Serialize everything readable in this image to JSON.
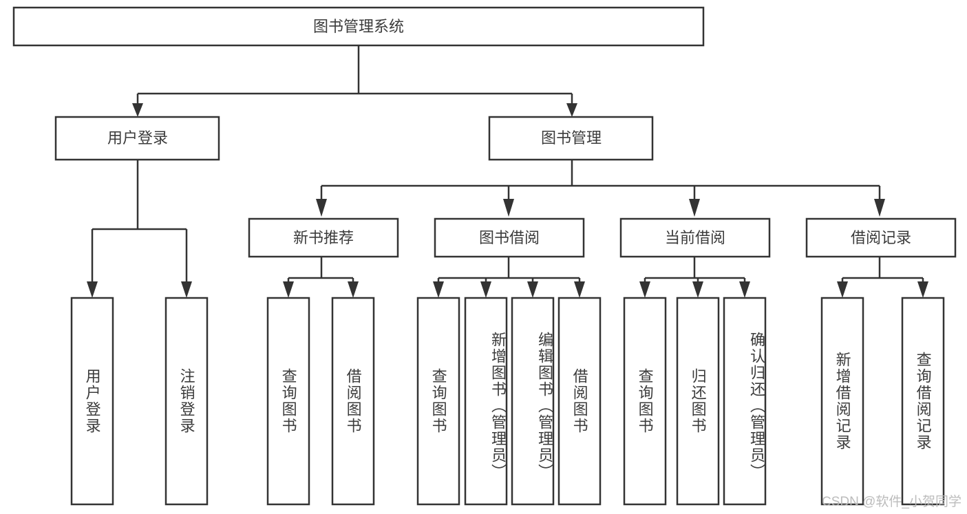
{
  "diagram": {
    "title": "图书管理系统",
    "type": "tree-hierarchy",
    "watermark": "CSDN @软件_小贺同学",
    "colors": {
      "stroke": "#333333",
      "fill": "#ffffff",
      "text": "#3b3b3b",
      "watermark": "#b9b9b9"
    },
    "root": {
      "label": "图书管理系统"
    },
    "level2": [
      {
        "id": "user-login",
        "label": "用户登录"
      },
      {
        "id": "book-manage",
        "label": "图书管理"
      }
    ],
    "level3": [
      {
        "id": "new-book-recommend",
        "label": "新书推荐",
        "parent": "book-manage"
      },
      {
        "id": "book-borrow",
        "label": "图书借阅",
        "parent": "book-manage"
      },
      {
        "id": "current-borrow",
        "label": "当前借阅",
        "parent": "book-manage"
      },
      {
        "id": "borrow-record",
        "label": "借阅记录",
        "parent": "book-manage"
      }
    ],
    "leaves": [
      {
        "id": "leaf-user-login",
        "label": "用户登录",
        "parent": "user-login"
      },
      {
        "id": "leaf-user-logout",
        "label": "注销登录",
        "parent": "user-login"
      },
      {
        "id": "leaf-query-book-1",
        "label": "查询图书",
        "parent": "new-book-recommend"
      },
      {
        "id": "leaf-borrow-book-1",
        "label": "借阅图书",
        "parent": "new-book-recommend"
      },
      {
        "id": "leaf-query-book-2",
        "label": "查询图书",
        "parent": "book-borrow"
      },
      {
        "id": "leaf-add-book",
        "label": "新增图书（管理员）",
        "parent": "book-borrow"
      },
      {
        "id": "leaf-edit-book",
        "label": "编辑图书（管理员）",
        "parent": "book-borrow"
      },
      {
        "id": "leaf-borrow-book-2",
        "label": "借阅图书",
        "parent": "book-borrow"
      },
      {
        "id": "leaf-query-book-3",
        "label": "查询图书",
        "parent": "current-borrow"
      },
      {
        "id": "leaf-return-book",
        "label": "归还图书",
        "parent": "current-borrow"
      },
      {
        "id": "leaf-confirm-return",
        "label": "确认归还（管理员）",
        "parent": "current-borrow"
      },
      {
        "id": "leaf-add-record",
        "label": "新增借阅记录",
        "parent": "borrow-record"
      },
      {
        "id": "leaf-query-record",
        "label": "查询借阅记录",
        "parent": "borrow-record"
      }
    ]
  }
}
